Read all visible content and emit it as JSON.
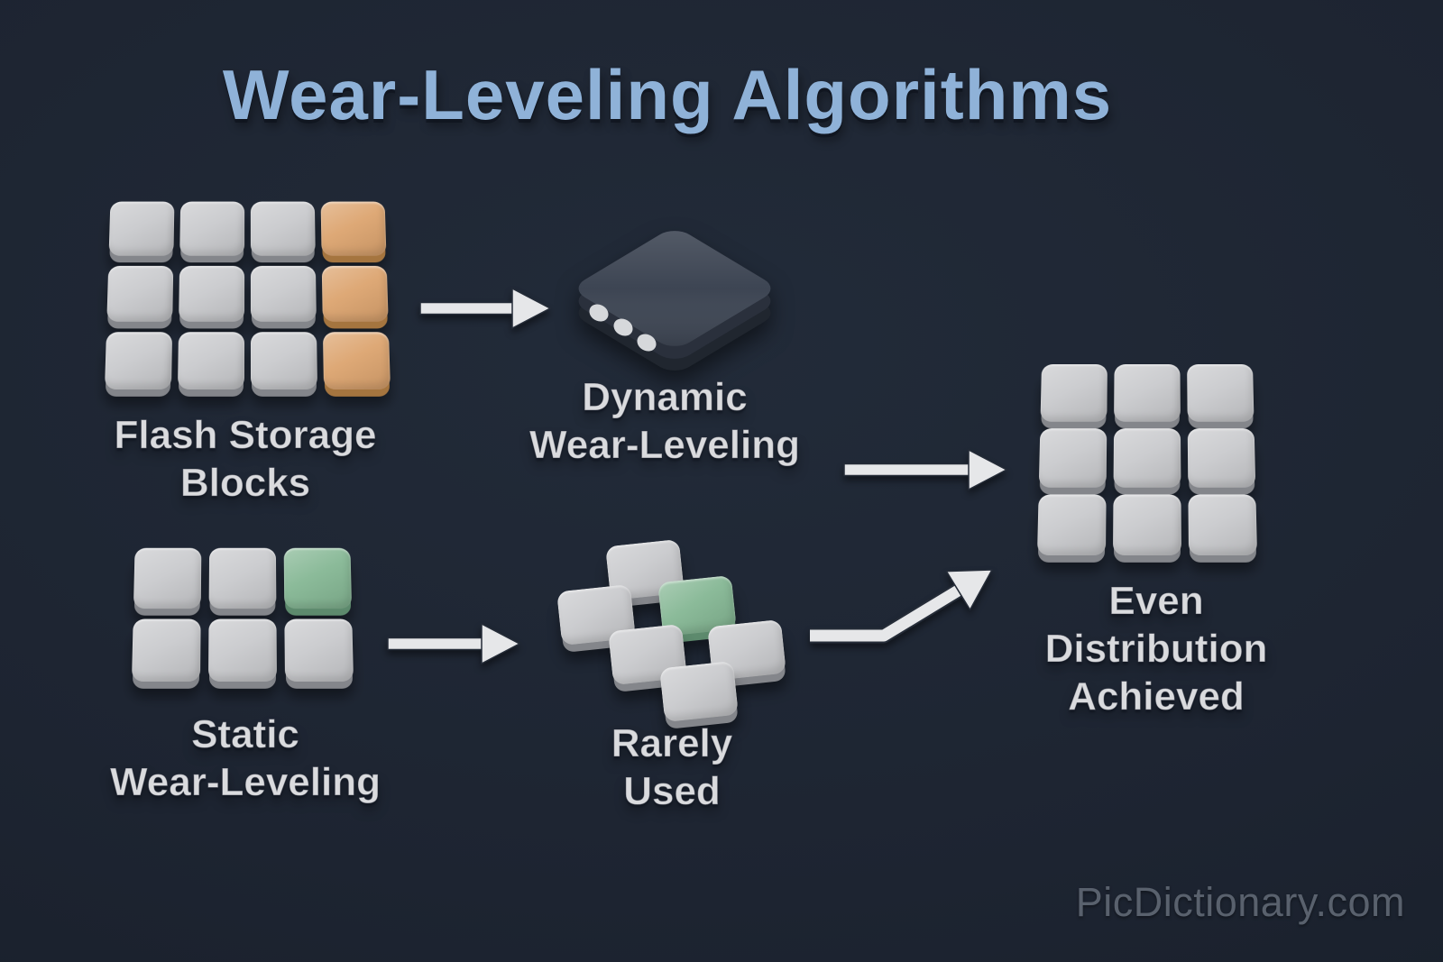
{
  "title": "Wear-Leveling Algorithms",
  "watermark": "PicDictionary.com",
  "colors": {
    "background": "#1d2431",
    "title": "#8fb2d8",
    "label": "#dadbde",
    "arrow": "#e6e7e9",
    "watermark": "#59616d",
    "block-gray": "#c9cacd",
    "block-gray-side": "#84868b",
    "block-orange": "#dca46f",
    "block-orange-side": "#a5753f",
    "block-green": "#85b794",
    "block-green-side": "#5d8a6d",
    "chip-top": "#3d4553",
    "chip-front": "#2a303c",
    "chip-dot": "#d6d8db"
  },
  "nodes": {
    "flash": {
      "label_lines": [
        "Flash Storage",
        "Blocks"
      ],
      "grid": [
        [
          "gray",
          "gray",
          "gray",
          "orange"
        ],
        [
          "gray",
          "gray",
          "gray",
          "orange"
        ],
        [
          "gray",
          "gray",
          "gray",
          "orange"
        ]
      ]
    },
    "dynamic": {
      "label_lines": [
        "Dynamic",
        "Wear-Leveling"
      ],
      "dot_count": 3
    },
    "even": {
      "label_lines": [
        "Even",
        "Distribution",
        "Achieved"
      ],
      "grid": [
        [
          "gray",
          "gray",
          "gray"
        ],
        [
          "gray",
          "gray",
          "gray"
        ],
        [
          "gray",
          "gray",
          "gray"
        ]
      ]
    },
    "static": {
      "label_lines": [
        "Static",
        "Wear-Leveling"
      ],
      "grid": [
        [
          "gray",
          "gray",
          "green"
        ],
        [
          "gray",
          "gray",
          "gray"
        ]
      ]
    },
    "rarely": {
      "label_lines": [
        "Rarely",
        "Used"
      ],
      "blocks": [
        "gray",
        "gray",
        "green",
        "gray",
        "gray",
        "gray"
      ]
    }
  },
  "arrows": [
    {
      "from": "Flash Storage Blocks",
      "to": "Dynamic Wear-Leveling"
    },
    {
      "from": "Dynamic Wear-Leveling",
      "to": "Even Distribution Achieved"
    },
    {
      "from": "Static Wear-Leveling",
      "to": "Rarely Used"
    },
    {
      "from": "Rarely Used",
      "to": "Even Distribution Achieved"
    }
  ]
}
